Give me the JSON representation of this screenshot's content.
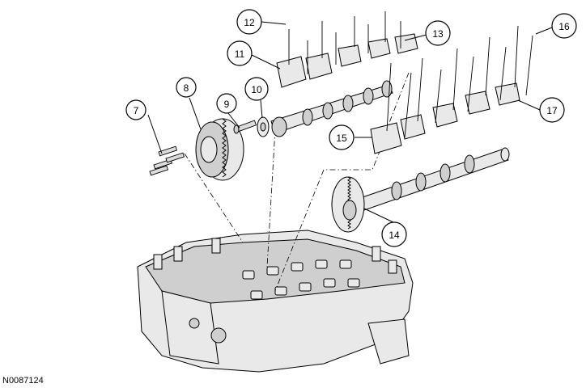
{
  "figure_id": "N0087124",
  "callouts": [
    {
      "label": "7"
    },
    {
      "label": "8"
    },
    {
      "label": "9"
    },
    {
      "label": "10"
    },
    {
      "label": "11"
    },
    {
      "label": "12"
    },
    {
      "label": "13"
    },
    {
      "label": "14"
    },
    {
      "label": "15"
    },
    {
      "label": "16"
    },
    {
      "label": "17"
    }
  ],
  "parts": [
    "camshaft-phaser-bolt-icon",
    "camshaft-phaser-sprocket-icon",
    "camshaft-bolt-icon",
    "camshaft-washer-icon",
    "camshaft-bearing-cap-icon",
    "cap-bolt-icon",
    "camshaft-icon",
    "exhaust-camshaft-gear-icon",
    "cylinder-head-icon"
  ],
  "colors": {
    "line": "#000000",
    "fill": "#e9e9e9",
    "background": "#ffffff"
  }
}
